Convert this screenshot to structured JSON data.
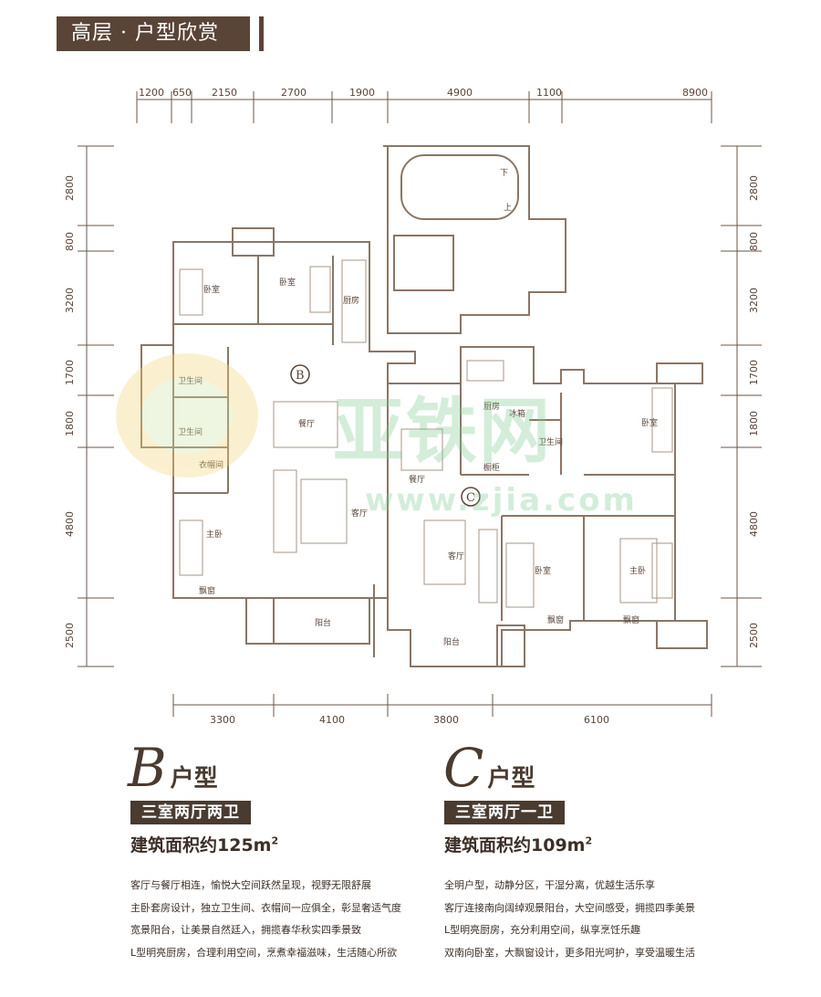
{
  "header": {
    "title": "高层 · 户型欣赏"
  },
  "dimensions": {
    "top": [
      "1200",
      "650",
      "2150",
      "2700",
      "1900",
      "4900",
      "1100",
      "8900"
    ],
    "left": [
      "2800",
      "800",
      "3200",
      "1700",
      "1800",
      "4800",
      "2500"
    ],
    "right": [
      "2800",
      "800",
      "3200",
      "1700",
      "1800",
      "4800",
      "2500"
    ],
    "bottom": [
      "3300",
      "4100",
      "3800",
      "6100"
    ]
  },
  "rooms": {
    "bedroom": "卧室",
    "kitchen": "厨房",
    "bathroom": "卫生间",
    "dining": "餐厅",
    "living": "客厅",
    "closet": "衣帽间",
    "master": "主卧",
    "balcony": "阳台",
    "bay_window": "飘窗",
    "fridge": "冰箱",
    "cabinet": "橱柜",
    "stair_down": "下",
    "stair_up": "上",
    "marker_b": "B",
    "marker_c": "C"
  },
  "watermark": {
    "brand": "亚铁网",
    "url": "www.zjia.com"
  },
  "unit_b": {
    "letter": "B",
    "suffix": "户型",
    "layout": "三室两厅两卫",
    "area_label": "建筑面积约125m",
    "area_unit_exp": "2",
    "features": [
      "客厅与餐厅相连，愉悦大空间跃然呈现，视野无限舒展",
      "主卧套房设计，独立卫生间、衣帽间一应俱全，彰显奢适气度",
      "宽景阳台，让美景自然廷入，拥揽春华秋实四季景致",
      "L型明亮厨房，合理利用空间，烹煮幸福滋味，生活随心所欲"
    ]
  },
  "unit_c": {
    "letter": "C",
    "suffix": "户型",
    "layout": "三室两厅一卫",
    "area_label": "建筑面积约109m",
    "area_unit_exp": "2",
    "features": [
      "全明户型，动静分区，干湿分离，优越生活乐享",
      "客厅连接南向阔绰观景阳台，大空间感受，拥揽四季美景",
      "L型明亮厨房，充分利用空间，纵享烹饪乐趣",
      "双南向卧室，大飘窗设计，更多阳光呵护，享受温暖生活"
    ]
  }
}
